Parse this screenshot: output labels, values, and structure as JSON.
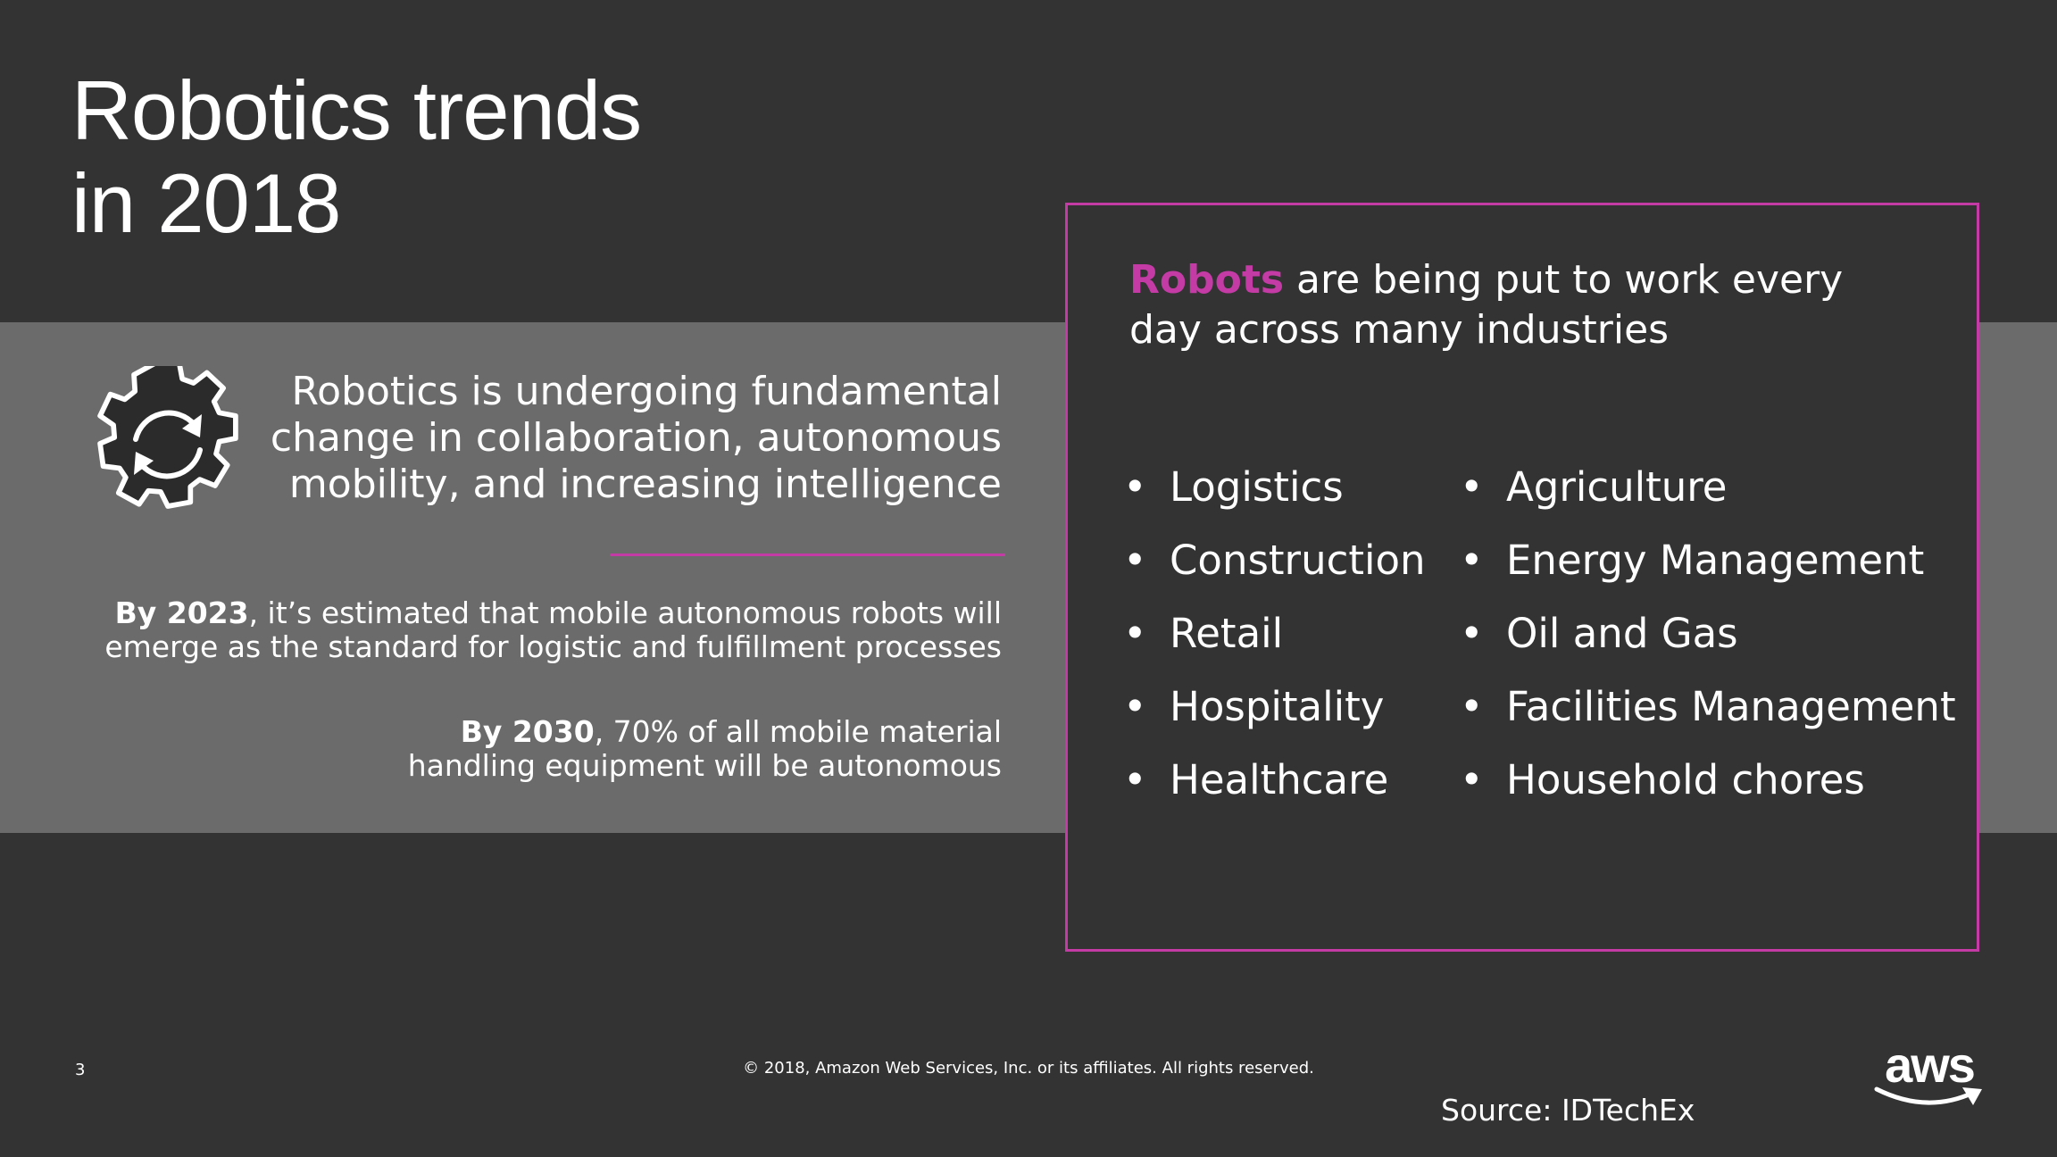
{
  "slide": {
    "title_lines": [
      "Robotics trends",
      "in 2018"
    ],
    "headline_lines": [
      "Robotics is undergoing fundamental",
      "change in collaboration, autonomous",
      "mobility, and increasing intelligence"
    ],
    "stat1": {
      "bold": "By 2023",
      "rest_line1": ", it’s estimated that mobile autonomous robots will",
      "line2": "emerge as the standard for logistic and fulfillment processes"
    },
    "stat2": {
      "bold": "By 2030",
      "rest_line1": ", 70% of all mobile material",
      "line2": "handling equipment will be autonomous"
    }
  },
  "box": {
    "highlight": "Robots",
    "line1_rest": " are being put to work every",
    "line2": "day across many industries",
    "col1": [
      "Logistics",
      "Construction",
      "Retail",
      "Hospitality",
      "Healthcare"
    ],
    "col2": [
      "Agriculture",
      "Energy Management",
      "Oil and Gas",
      "Facilities Management",
      "Household chores"
    ],
    "bullet": "•"
  },
  "footer": {
    "page_number": "3",
    "copyright": "© 2018, Amazon Web Services, Inc. or its affiliates. All rights reserved.",
    "source": "Source: IDTechEx",
    "logo_text": "aws"
  },
  "colors": {
    "background": "#333334",
    "band": "#6b6b6b",
    "accent": "#c43ba6"
  },
  "icons": {
    "gear": "gear-refresh-icon",
    "logo": "aws-logo"
  }
}
